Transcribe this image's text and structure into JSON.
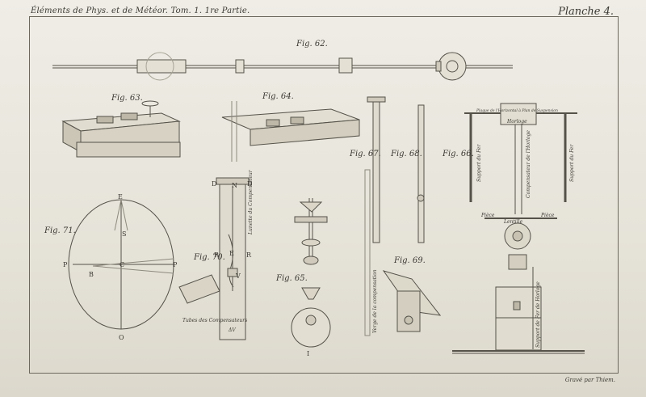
{
  "header": {
    "left": "Éléments de Phys. et de Météor. Tom. 1. 1re Partie.",
    "right": "Planche 4."
  },
  "credit": "Gravé par Thiem.",
  "figures": {
    "fig62": "Fig. 62.",
    "fig63": "Fig. 63.",
    "fig64": "Fig. 64.",
    "fig65": "Fig. 65.",
    "fig66": "Fig. 66.",
    "fig67": "Fig. 67.",
    "fig68": "Fig. 68.",
    "fig69": "Fig. 69.",
    "fig70": "Fig. 70.",
    "fig71": "Fig. 71."
  },
  "annotations": {
    "horloge": "Horloge",
    "lentille": "Lentille",
    "piece_left": "Pièce",
    "piece_right": "Pièce",
    "plaque": "Plaque de l'Horizontal à Plan de Suspension",
    "support_left": "Support du Fer",
    "support_right": "Support du Fer",
    "compensateur": "Compensateur de l'Horloge",
    "tube_comp": "Tubes des Compensateurs",
    "lunette_comp": "Lunette du Compensateur",
    "support_bottom": "Support de Fer de Horloge",
    "verge": "Verge de la compensation",
    "dv": "ΔV"
  },
  "points": {
    "E": "E",
    "S": "S",
    "P_left": "P",
    "B": "B",
    "C": "C",
    "P_right": "P",
    "O": "O",
    "D_left": "D",
    "N": "N",
    "D_right": "D",
    "R_left": "R",
    "E_mid": "E",
    "R_right": "R",
    "V": "V",
    "I": "I"
  }
}
